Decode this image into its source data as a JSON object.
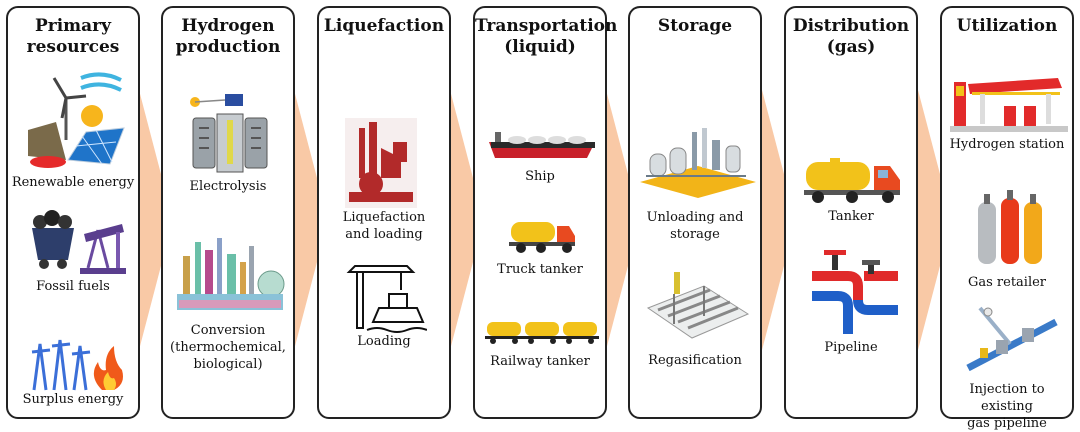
{
  "colors": {
    "arrow": "#f9c9a6",
    "border": "#222222"
  },
  "stages": [
    {
      "title": "Primary\nresources",
      "items": [
        {
          "label": "Renewable energy",
          "icon": "renewable-energy-icon"
        },
        {
          "label": "Fossil fuels",
          "icon": "fossil-fuels-icon"
        },
        {
          "label": "Surplus energy",
          "icon": "surplus-energy-icon"
        }
      ]
    },
    {
      "title": "Hydrogen\nproduction",
      "items": [
        {
          "label": "Electrolysis",
          "icon": "electrolyser-icon"
        },
        {
          "label": "Conversion\n(thermochemical,\nbiological)",
          "icon": "chemical-plant-icon"
        }
      ]
    },
    {
      "title": "Liquefaction",
      "items": [
        {
          "label": "Liquefaction\nand loading",
          "icon": "liquefaction-plant-icon"
        },
        {
          "label": "Loading",
          "icon": "crane-ship-icon"
        }
      ]
    },
    {
      "title": "Transportation\n(liquid)",
      "items": [
        {
          "label": "Ship",
          "icon": "tanker-ship-icon"
        },
        {
          "label": "Truck tanker",
          "icon": "truck-tanker-icon"
        },
        {
          "label": "Railway tanker",
          "icon": "railway-tanker-icon"
        }
      ]
    },
    {
      "title": "Storage",
      "items": [
        {
          "label": "Unloading and\nstorage",
          "icon": "storage-terminal-icon"
        },
        {
          "label": "Regasification",
          "icon": "regasification-unit-icon"
        }
      ]
    },
    {
      "title": "Distribution\n(gas)",
      "items": [
        {
          "label": "Tanker",
          "icon": "tanker-truck-icon"
        },
        {
          "label": "Pipeline",
          "icon": "pipeline-icon"
        }
      ]
    },
    {
      "title": "Utilization",
      "items": [
        {
          "label": "Hydrogen station",
          "icon": "fuel-station-icon"
        },
        {
          "label": "Gas retailer",
          "icon": "gas-cylinders-icon"
        },
        {
          "label": "Injection to existing\ngas pipeline",
          "icon": "pipeline-injection-icon"
        }
      ]
    }
  ]
}
